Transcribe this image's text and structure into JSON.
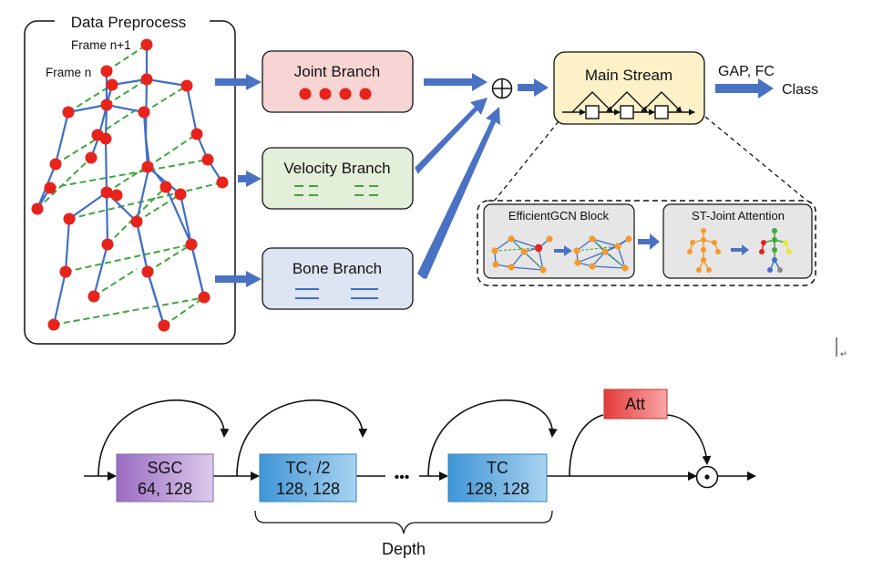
{
  "preprocess": {
    "title": "Data Preprocess",
    "frame_next": "Frame n+1",
    "frame_current": "Frame n"
  },
  "branches": {
    "joint": "Joint Branch",
    "velocity": "Velocity Branch",
    "bone": "Bone Branch"
  },
  "main_stream": {
    "title": "Main Stream",
    "post": "GAP, FC",
    "output": "Class"
  },
  "detail": {
    "efficientgcn": "EfficientGCN Block",
    "attention": "ST-Joint Attention"
  },
  "pipeline": {
    "sgc_name": "SGC",
    "sgc_dims": "64, 128",
    "tc1_name": "TC, /2",
    "tc1_dims": "128, 128",
    "ellipsis": "•••",
    "tc2_name": "TC",
    "tc2_dims": "128, 128",
    "att": "Att",
    "depth": "Depth"
  },
  "colors": {
    "arrow_blue": "#4a72c4",
    "skeleton_blue": "#3f6fc5",
    "joint_red": "#e8231b",
    "joint_box": "#f7d5d5",
    "velocity_box": "#e4efd9",
    "bone_box": "#dde4f2",
    "main_box": "#fdf1c8",
    "detail_box": "#e6e6e6",
    "sgc_purple": "#a57cc9",
    "tc_blue": "#4aa0db",
    "att_red": "#e84a4a",
    "dash_green": "#41a63d"
  }
}
